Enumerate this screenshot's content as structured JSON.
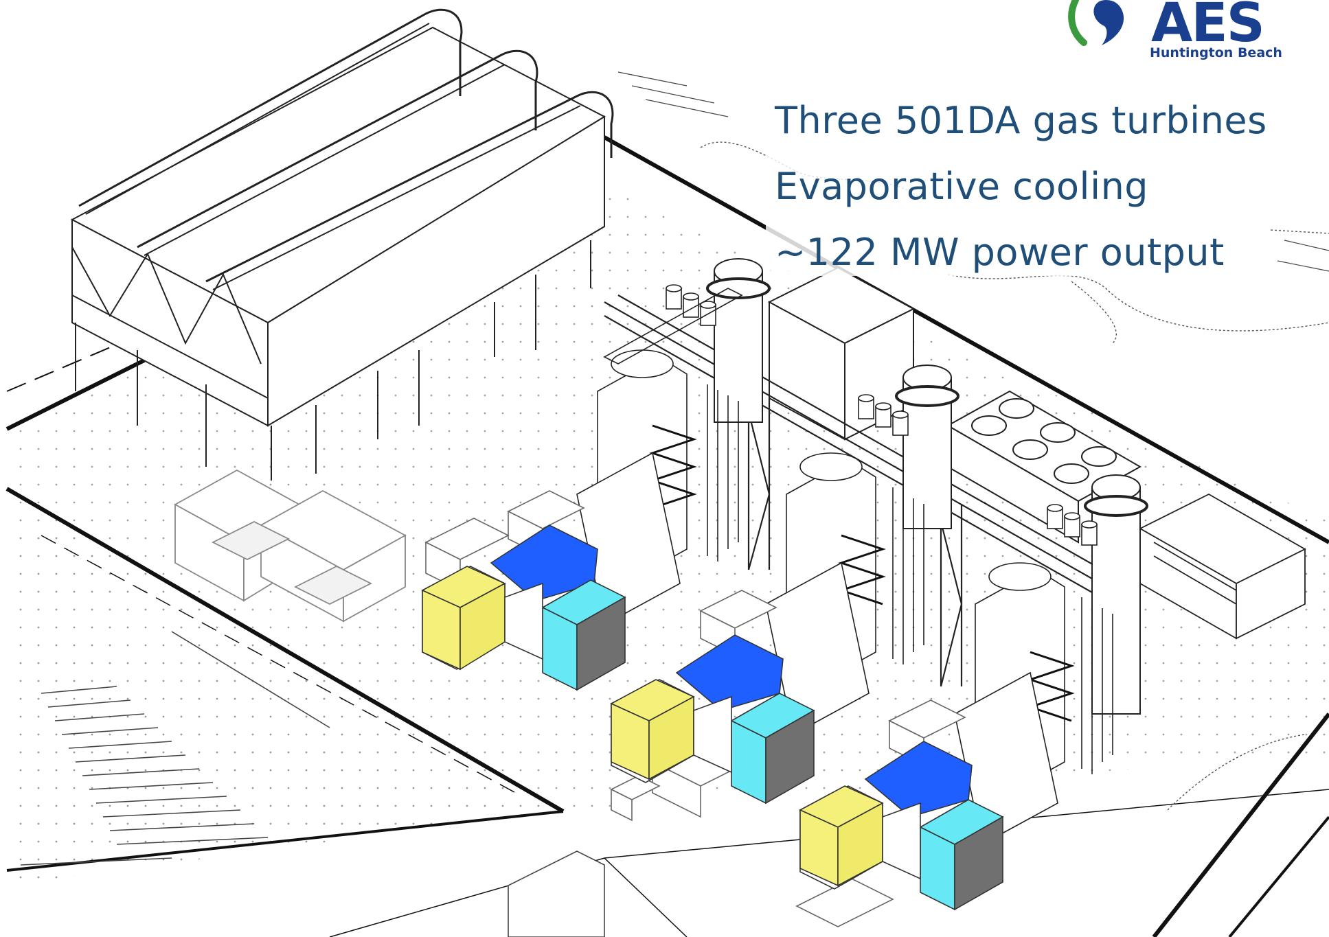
{
  "slide": {
    "bullets": [
      "Three 501DA gas turbines",
      "Evaporative cooling",
      "~122 MW power output"
    ]
  },
  "logo": {
    "wordmark": "AES",
    "location": "Huntington Beach",
    "colors": {
      "blue": "#1b3f8f",
      "green": "#3a9a3e"
    }
  },
  "diagram": {
    "style": "isometric line drawing of power plant site",
    "colors": {
      "inlet_filter": "#f5f07a",
      "inlet_duct": "#1f5fff",
      "exhaust_collar": "#66e8f5",
      "exhaust_face": "#707070",
      "line": "#222222"
    }
  }
}
